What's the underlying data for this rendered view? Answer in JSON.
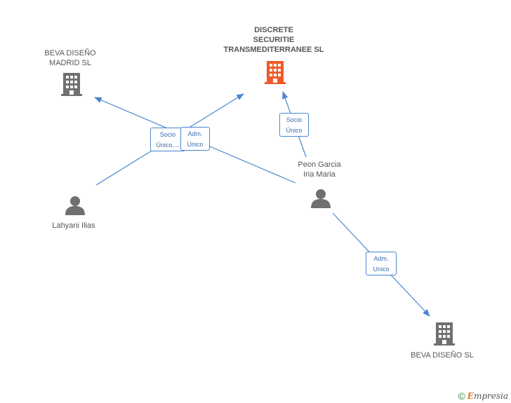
{
  "nodes": {
    "discrete": "DISCRETE\nSECURITIE\nTRANSMEDITERRANEE SL",
    "beva_madrid": "BEVA DISEÑO\nMADRID SL",
    "lahyani": "Lahyani Ilias",
    "peon": "Peon Garcia\nIria Maria",
    "beva": "BEVA DISEÑO SL"
  },
  "edges": {
    "socio_unico_1": "Socio\nÚnico,...",
    "adm_unico_1": "Adm.\nUnico",
    "socio_unico_2": "Socio\nÚnico",
    "adm_unico_2": "Adm.\nUnico"
  },
  "colors": {
    "edge": "#4a86d0",
    "company": "#707070",
    "main_company": "#f05a28",
    "person": "#707070"
  },
  "footer": {
    "copyright": "©",
    "brand_initial": "E",
    "brand_rest": "mpresia"
  }
}
